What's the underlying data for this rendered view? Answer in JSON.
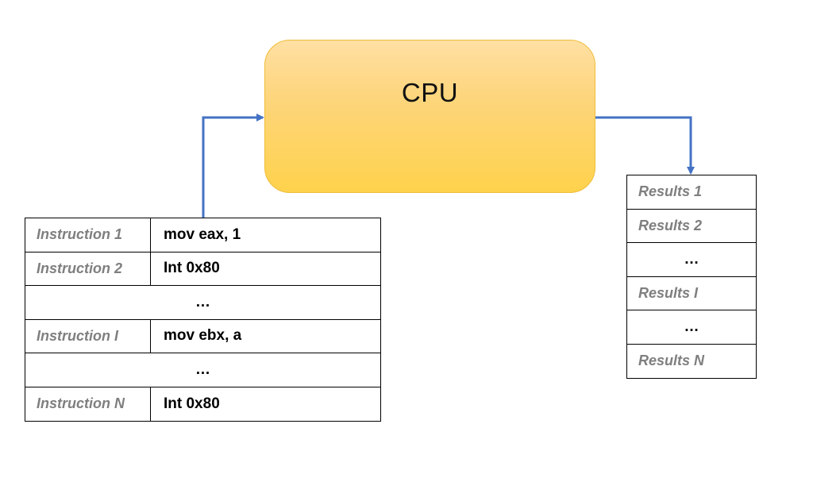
{
  "cpu": {
    "label": "CPU"
  },
  "instructions": [
    {
      "name": "Instruction 1",
      "code": "mov eax, 1"
    },
    {
      "name": "Instruction 2",
      "code": "Int 0x80"
    },
    {
      "ellipsis": "…"
    },
    {
      "name": "Instruction I",
      "code": "mov ebx, a"
    },
    {
      "ellipsis": "…"
    },
    {
      "name": "Instruction N",
      "code": "Int 0x80"
    }
  ],
  "results": [
    {
      "label": "Results 1"
    },
    {
      "label": "Results 2"
    },
    {
      "ellipsis": "…"
    },
    {
      "label": "Results I"
    },
    {
      "ellipsis": "…"
    },
    {
      "label": "Results N"
    }
  ],
  "colors": {
    "connector": "#4472c4",
    "cpu_fill": "#ffd966",
    "cpu_border": "#efbd3a",
    "row_label": "#7f7f7f"
  }
}
